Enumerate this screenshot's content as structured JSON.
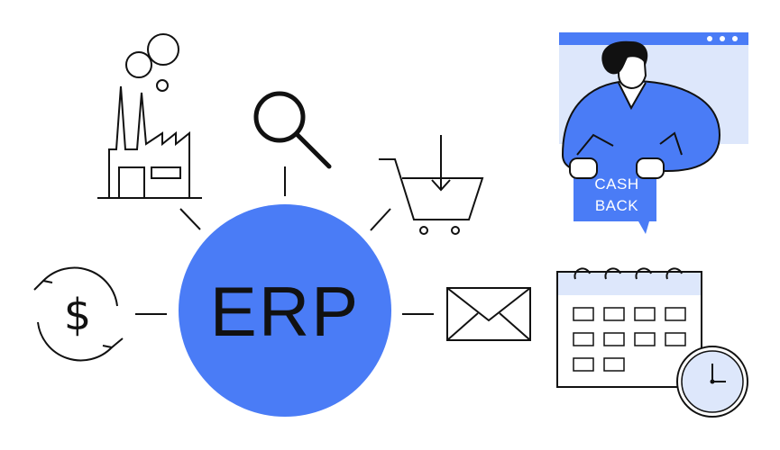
{
  "hub": {
    "label": "ERP"
  },
  "cashback": {
    "line1": "CASH",
    "line2": "BACK"
  },
  "payments": {
    "symbol": "$"
  },
  "icons": [
    "factory-icon",
    "search-icon",
    "shopping-cart-icon",
    "money-cycle-icon",
    "envelope-icon",
    "calendar-icon",
    "clock-icon",
    "browser-window-icon"
  ],
  "colors": {
    "accent": "#4a7cf6",
    "accent_light": "#dde7fb",
    "stroke": "#111111",
    "background": "#ffffff"
  }
}
